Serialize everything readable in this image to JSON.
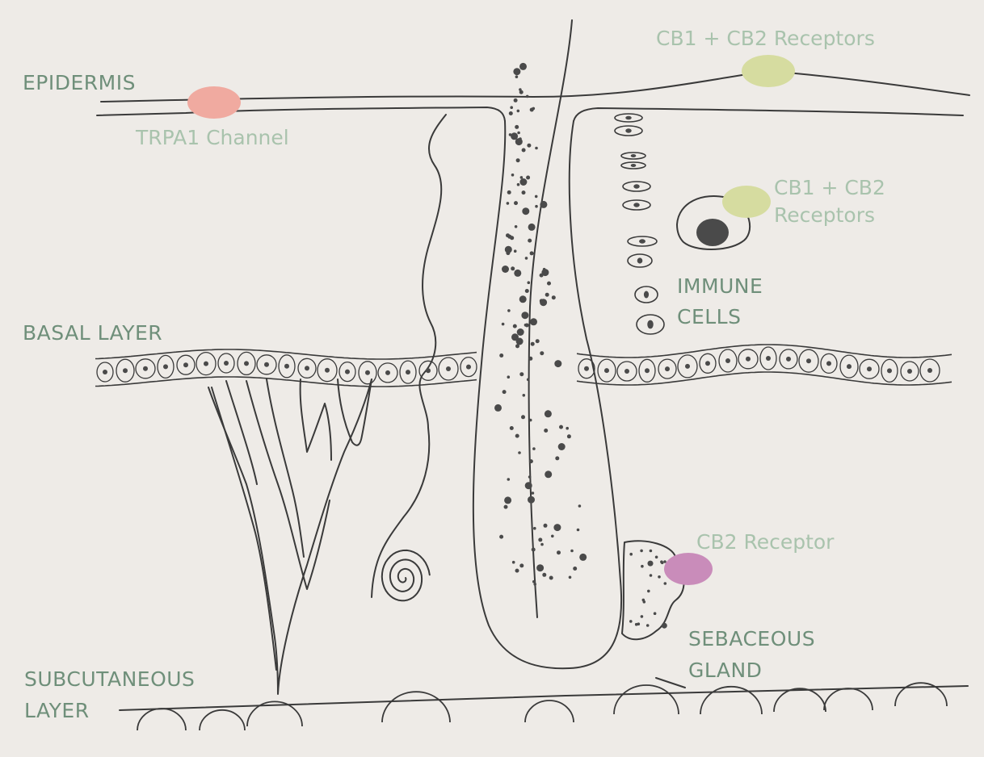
{
  "labels": {
    "epidermis": "EPIDERMIS",
    "basal_layer": "BASAL LAYER",
    "subcutaneous_1": "SUBCUTANEOUS",
    "subcutaneous_2": "LAYER",
    "immune_1": "IMMUNE",
    "immune_2": "CELLS",
    "sebaceous_1": "SEBACEOUS",
    "sebaceous_2": "GLAND",
    "trpa1": "TRPA1 Channel",
    "cb1cb2_top": "CB1 + CB2  Receptors",
    "cb1cb2_mid_1": "CB1 + CB2",
    "cb1cb2_mid_2": "Receptors",
    "cb2": "CB2 Receptor"
  },
  "colors": {
    "background": "#eeebe7",
    "line": "#3a3a3a",
    "dark_dot": "#4a4a4a",
    "layer_label": "#6f8f7a",
    "receptor_label": "#a9c3ad",
    "trpa1": "#f0aaa0",
    "cb1cb2": "#d6dca0",
    "cb2": "#c98cba"
  }
}
